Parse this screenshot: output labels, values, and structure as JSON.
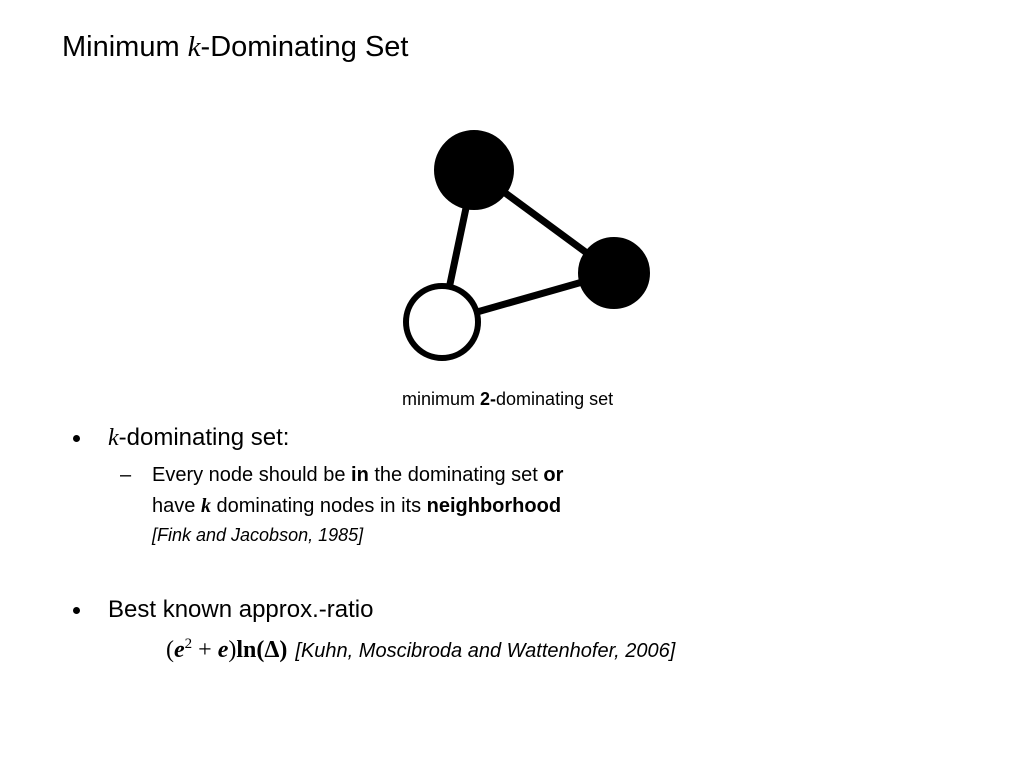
{
  "slide": {
    "title_prefix": "Minimum ",
    "title_var": "k",
    "title_suffix": "-Dominating Set"
  },
  "diagram": {
    "caption_prefix": "minimum ",
    "caption_bold": "2-",
    "caption_suffix": "dominating set",
    "nodes": [
      {
        "id": "top",
        "in_set": true
      },
      {
        "id": "right",
        "in_set": true
      },
      {
        "id": "bottom-left",
        "in_set": false
      }
    ],
    "edges": [
      [
        "top",
        "right"
      ],
      [
        "top",
        "bottom-left"
      ],
      [
        "bottom-left",
        "right"
      ]
    ]
  },
  "bullets": {
    "b1": {
      "var": "k",
      "text": "-dominating set:",
      "sub": {
        "line1_a": "Every node should be ",
        "line1_b": "in",
        "line1_c": " the dominating set ",
        "line1_d": "or",
        "line2_a": "have ",
        "line2_var": "k",
        "line2_b": " dominating nodes in its ",
        "line2_c": "neighborhood",
        "citation": "[Fink and Jacobson, 1985]"
      }
    },
    "b2": {
      "text": "Best known approx.-ratio",
      "formula_open": "(",
      "formula_e1": "e",
      "formula_sup": "2",
      "formula_plus": " + ",
      "formula_e2": "e",
      "formula_close": ")",
      "formula_ln": "ln",
      "formula_delta": "(Δ)",
      "citation": "[Kuhn, Moscibroda and Wattenhofer, 2006]"
    }
  }
}
